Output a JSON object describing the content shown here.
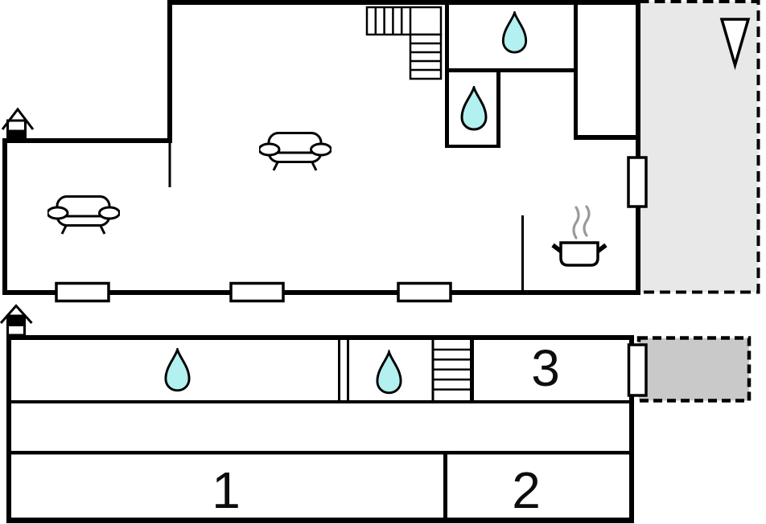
{
  "colors": {
    "wall": "#000000",
    "background": "#ffffff",
    "drop": "#b3f0f0",
    "terrace_upper": "#e8e8e8",
    "terrace_lower": "#c9c9c9",
    "steam": "#9a9a9a",
    "window_fill": "#ffffff"
  },
  "upper_floor": {
    "icons": [
      "chimney",
      "staircase",
      "water-drop",
      "water-drop",
      "sofa",
      "sofa",
      "cooking-pot",
      "north-arrow",
      "window",
      "window",
      "window",
      "window",
      "terrace"
    ]
  },
  "lower_floor": {
    "rooms": [
      {
        "label": "1"
      },
      {
        "label": "2"
      },
      {
        "label": "3"
      }
    ],
    "icons": [
      "chimney",
      "water-drop",
      "water-drop",
      "staircase",
      "window",
      "terrace"
    ]
  }
}
